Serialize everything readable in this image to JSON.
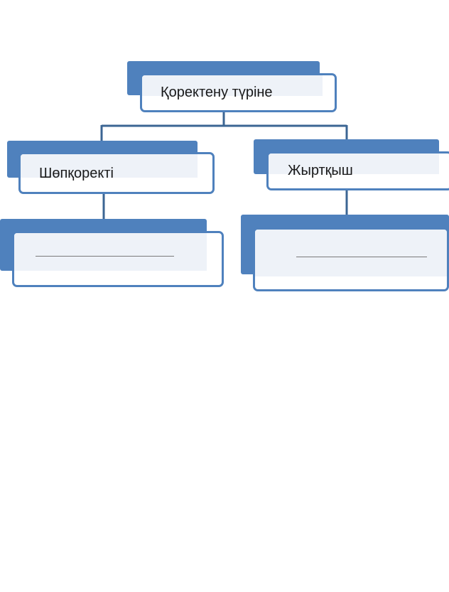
{
  "diagram": {
    "root": {
      "label": "Қоректену түріне"
    },
    "left": {
      "label": "Шөпқоректі"
    },
    "right": {
      "label": "Жыртқыш"
    },
    "left_child": {
      "label": ""
    },
    "right_child": {
      "label": ""
    }
  },
  "colors": {
    "accent": "#4f81bd",
    "card_fill": "#eef2f8",
    "connector": "#3b6593",
    "blank_line": "#7a7a7a"
  }
}
